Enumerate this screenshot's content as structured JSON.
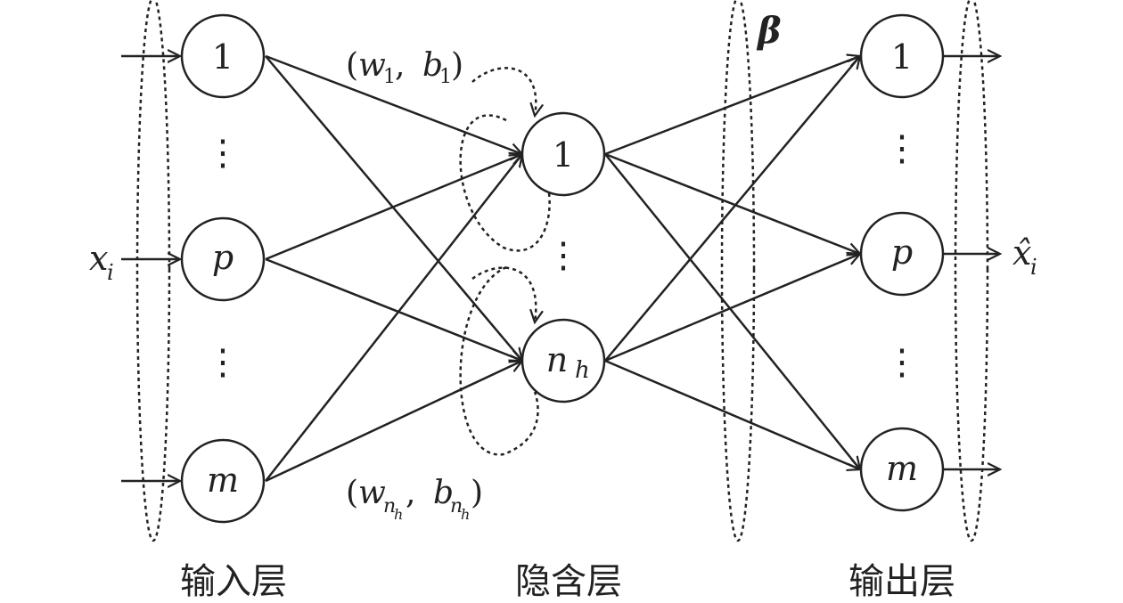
{
  "layers": {
    "input": {
      "title": "输入层",
      "nodes": [
        "1",
        "p",
        "m"
      ],
      "ellipsis": "⋮"
    },
    "hidden": {
      "title": "隐含层",
      "nodes": [
        "1",
        "n",
        "h"
      ],
      "ellipsis": "⋮"
    },
    "output": {
      "title": "输出层",
      "nodes": [
        "1",
        "p",
        "m"
      ],
      "ellipsis": "⋮"
    }
  },
  "labels": {
    "input_vector": {
      "base": "x",
      "sub": "i"
    },
    "output_vector": {
      "base": "x̂",
      "sub": "i"
    },
    "weights_top": {
      "open": "(",
      "w": "w",
      "w_sub": "1",
      "sep": ",",
      "b": "b",
      "b_sub": "1",
      "close": ")"
    },
    "weights_bottom": {
      "open": "(",
      "w": "w",
      "w_sub": "n",
      "w_subsub": "h",
      "sep": ",",
      "b": "b",
      "b_sub": "n",
      "b_subsub": "h",
      "close": ")"
    },
    "beta": "β"
  }
}
